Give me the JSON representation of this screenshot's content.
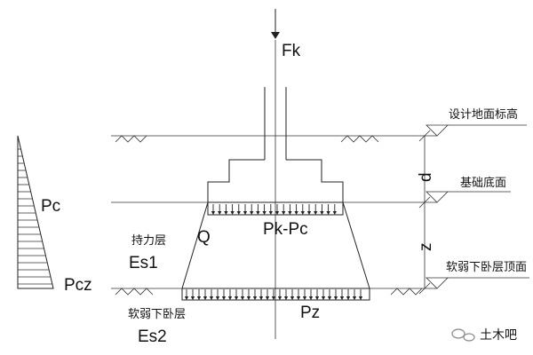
{
  "labels": {
    "load": "Fk",
    "design_ground_elevation": "设计地面标高",
    "foundation_bottom": "基础底面",
    "weak_layer_top": "软弱下卧层顶面",
    "depth": "d",
    "thickness": "z",
    "bearing_layer": "持力层",
    "es1": "Es1",
    "weak_layer": "软弱下卧层",
    "es2": "Es2",
    "pc": "Pc",
    "pcz": "Pcz",
    "pk_pc": "Pk-Pc",
    "pz": "Pz",
    "angle": "Q",
    "watermark": "土木吧"
  }
}
